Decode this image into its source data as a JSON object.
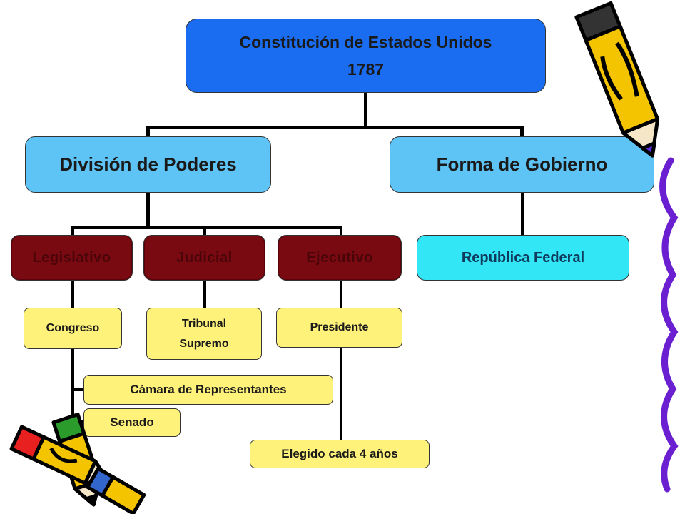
{
  "root": {
    "line1": "Constitución de Estados Unidos",
    "line2": "1787"
  },
  "level2": {
    "division": "División de Poderes",
    "forma": "Forma de Gobierno"
  },
  "branches": {
    "legislativo": "Legislativo",
    "judicial": "Judicial",
    "ejecutivo": "Ejecutivo",
    "republica": "República Federal"
  },
  "leaves": {
    "congreso": "Congreso",
    "tribunal_line1": "Tribunal",
    "tribunal_line2": "Supremo",
    "presidente": "Presidente",
    "camara": "Cámara de Representantes",
    "senado": "Senado",
    "elegido": "Elegido cada 4 años"
  },
  "colors": {
    "root": "#1a6cf0",
    "level2": "#5ec4f5",
    "branch": "#7a0a12",
    "republica": "#33e6f5",
    "leaf": "#fff27a",
    "pencil_body": "#f5c400",
    "pencil_outline": "#000000"
  },
  "decorations": [
    "pencil-top-right",
    "squiggle-right-border",
    "pencils-bottom-left"
  ]
}
